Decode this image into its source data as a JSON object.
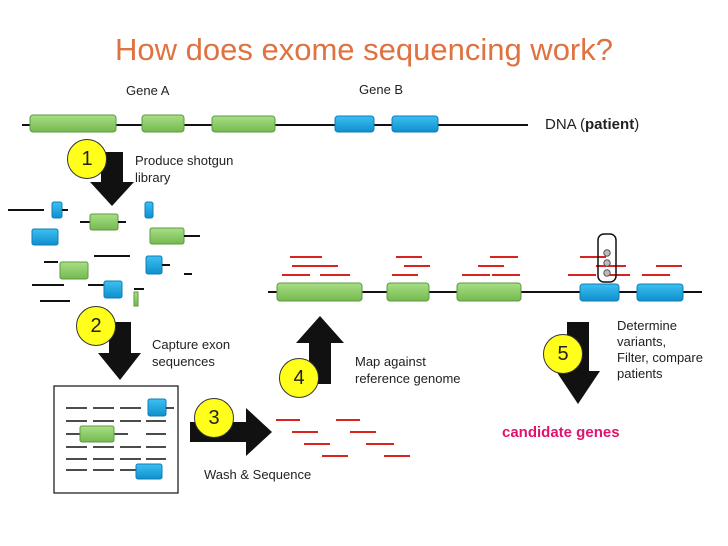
{
  "title": "How does exome sequencing work?",
  "genes": {
    "gene_a": "Gene A",
    "gene_b": "Gene B"
  },
  "dna": {
    "prefix": "DNA (",
    "bold": "patient",
    "suffix": ")"
  },
  "steps": [
    {
      "number": "1",
      "line1": "Produce shotgun",
      "line2": "library"
    },
    {
      "number": "2",
      "line1": "Capture exon",
      "line2": "sequences"
    },
    {
      "number": "3",
      "line1": "Wash & Sequence",
      "line2": ""
    },
    {
      "number": "4",
      "line1": "Map against",
      "line2": "reference genome"
    },
    {
      "number": "5",
      "line1": "Determine",
      "line2": "variants,",
      "line3": "Filter, compare",
      "line4": "patients"
    }
  ],
  "result": "candidate genes",
  "colors": {
    "title": "#e07240",
    "exon_green": "#8fd16a",
    "exon_blue": "#1aa9e0",
    "read_red": "#d9231f",
    "badge": "#ffff1a",
    "result": "#e0136e"
  }
}
